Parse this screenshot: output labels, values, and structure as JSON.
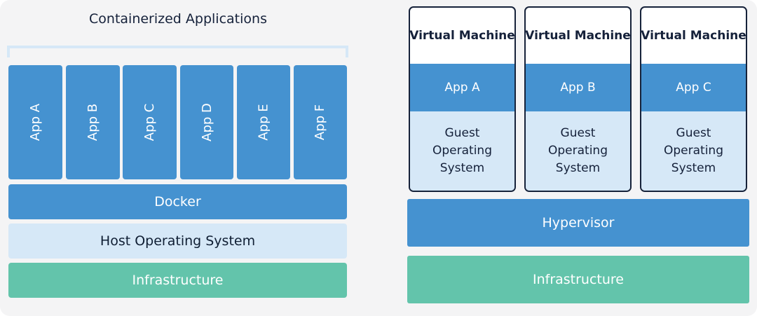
{
  "colors": {
    "background": "#f4f4f5",
    "blue": "#4592d0",
    "light_blue": "#d6e8f7",
    "green": "#63c4ab",
    "dark_text": "#15213a",
    "vm_border": "#16223a"
  },
  "containers": {
    "title": "Containerized Applications",
    "apps": [
      "App A",
      "App B",
      "App C",
      "App D",
      "App E",
      "App F"
    ],
    "docker": "Docker",
    "host_os": "Host Operating System",
    "infrastructure": "Infrastructure"
  },
  "virtual_machines": {
    "vms": [
      {
        "title": "Virtual Machine",
        "app": "App A",
        "guest_os": "Guest Operating System"
      },
      {
        "title": "Virtual Machine",
        "app": "App B",
        "guest_os": "Guest Operating System"
      },
      {
        "title": "Virtual Machine",
        "app": "App C",
        "guest_os": "Guest Operating System"
      }
    ],
    "hypervisor": "Hypervisor",
    "infrastructure": "Infrastructure"
  }
}
